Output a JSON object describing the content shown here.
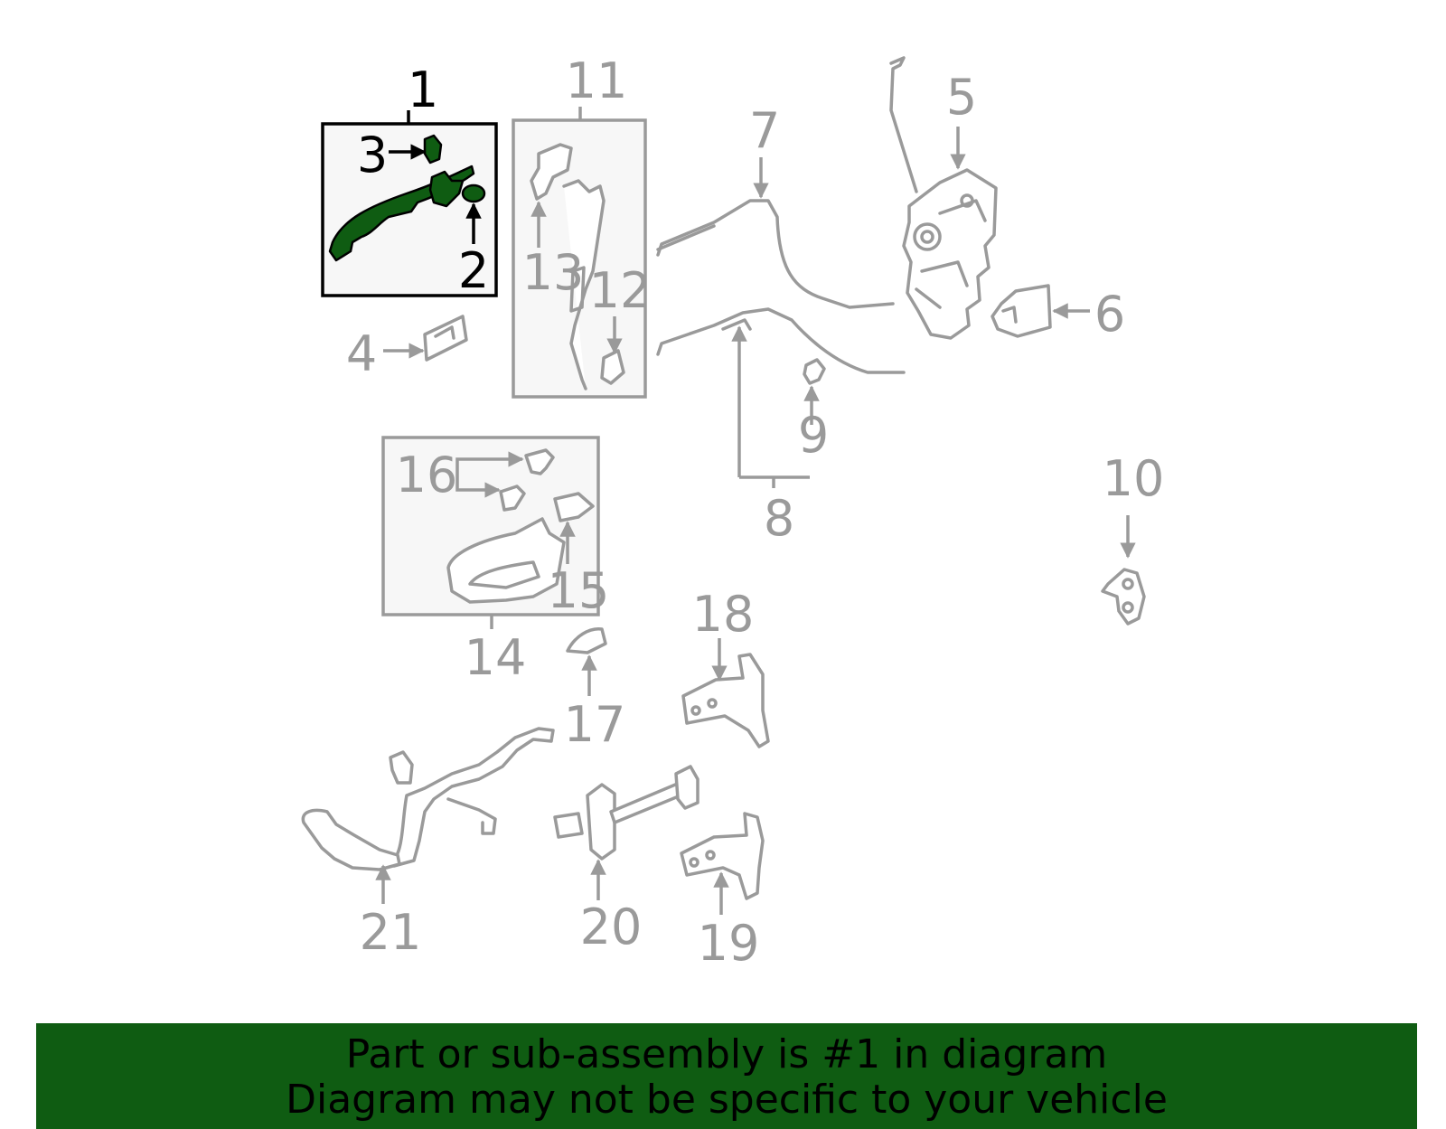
{
  "callouts": [
    "1",
    "2",
    "3",
    "4",
    "5",
    "6",
    "7",
    "8",
    "9",
    "10",
    "11",
    "12",
    "13",
    "14",
    "15",
    "16",
    "17",
    "18",
    "19",
    "20",
    "21"
  ],
  "highlight_color": "#0f5c12",
  "banner": {
    "line1": "Part or sub-assembly is #1 in diagram",
    "line2": "Diagram may not be specific to your vehicle"
  }
}
